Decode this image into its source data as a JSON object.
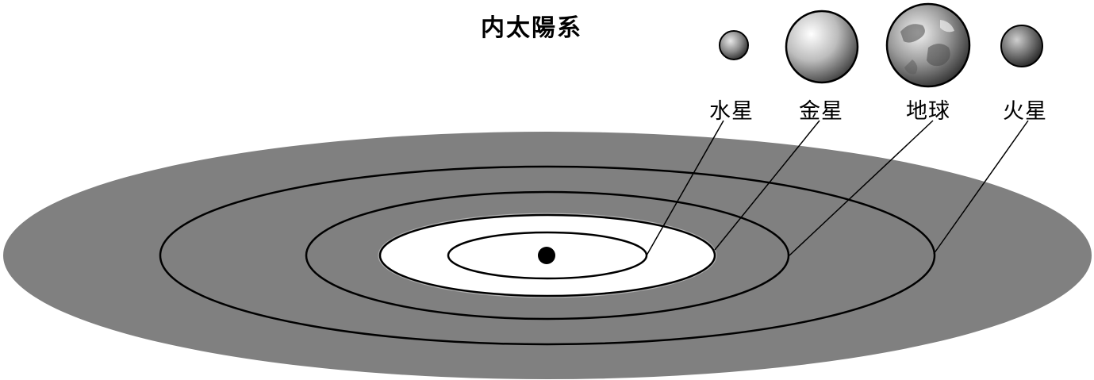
{
  "title": "内太陽系",
  "planets": [
    {
      "id": "mercury",
      "label": "水星",
      "color": "#8f8f8f"
    },
    {
      "id": "venus",
      "label": "金星",
      "color": "#c9c9c9"
    },
    {
      "id": "earth",
      "label": "地球",
      "color": "#9a9a9a"
    },
    {
      "id": "mars",
      "label": "火星",
      "color": "#7c7c7c"
    }
  ],
  "colors": {
    "disk": "#808080",
    "inner_zone": "#ffffff",
    "orbit": "#000000",
    "sun": "#000000"
  }
}
